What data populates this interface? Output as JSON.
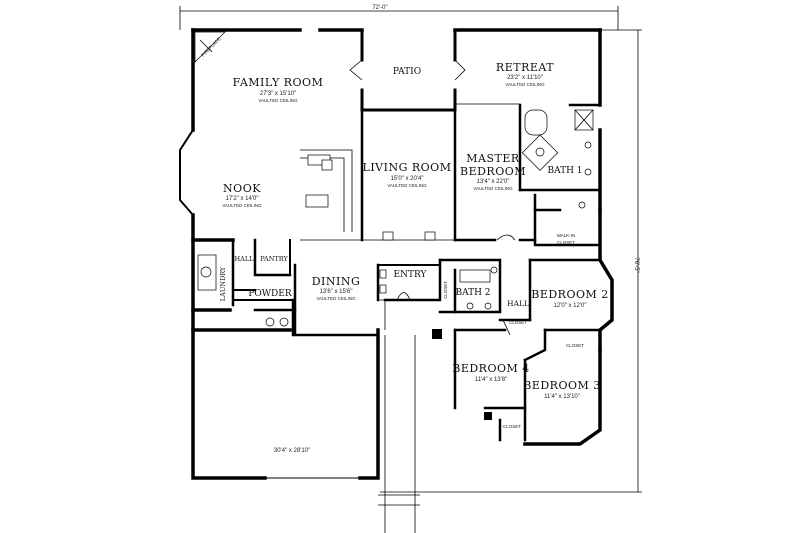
{
  "overall": {
    "width": "72'-0\"",
    "depth": "76'-5\""
  },
  "rooms": {
    "family_room": {
      "name": "FAMILY ROOM",
      "size": "27'3\" x 15'10\"",
      "note": "VAULTED CEILING"
    },
    "patio": {
      "name": "PATIO"
    },
    "retreat": {
      "name": "RETREAT",
      "size": "23'2\" x 11'10\"",
      "note": "VAULTED CEILING"
    },
    "living_room": {
      "name": "LIVING ROOM",
      "size": "15'0\" x 20'4\"",
      "note": "VAULTED CEILING"
    },
    "master_bedroom": {
      "name_line1": "MASTER",
      "name_line2": "BEDROOM",
      "size": "13'4\" x 22'0\"",
      "note": "VAULTED CEILING"
    },
    "bath1": {
      "name": "BATH 1"
    },
    "nook": {
      "name": "NOOK",
      "size": "17'2\" x 14'0\"",
      "note": "VAULTED CEILING"
    },
    "walkin_closet": {
      "name_line1": "WALK-IN",
      "name_line2": "CLOSET"
    },
    "hall_west": {
      "name": "HALL"
    },
    "pantry": {
      "name": "PANTRY"
    },
    "laundry": {
      "name": "LAUNDRY"
    },
    "dining": {
      "name": "DINING",
      "size": "13'6\" x 15'6\"",
      "note": "VAULTED CEILING"
    },
    "entry": {
      "name": "ENTRY"
    },
    "bath2": {
      "name": "BATH 2"
    },
    "bedroom2": {
      "name": "BEDROOM 2",
      "size": "12'0\" x 12'0\""
    },
    "powder": {
      "name": "POWDER"
    },
    "hall_east": {
      "name": "HALL"
    },
    "bedroom4": {
      "name": "BEDROOM 4",
      "size": "11'4\" x 13'8\""
    },
    "bedroom3": {
      "name": "BEDROOM 3",
      "size": "11'4\" x 13'10\""
    },
    "garage": {
      "size": "30'4\" x 28'10\""
    }
  },
  "small_labels": {
    "fireplace": "FIREPLACE",
    "closet": "CLOSET"
  }
}
